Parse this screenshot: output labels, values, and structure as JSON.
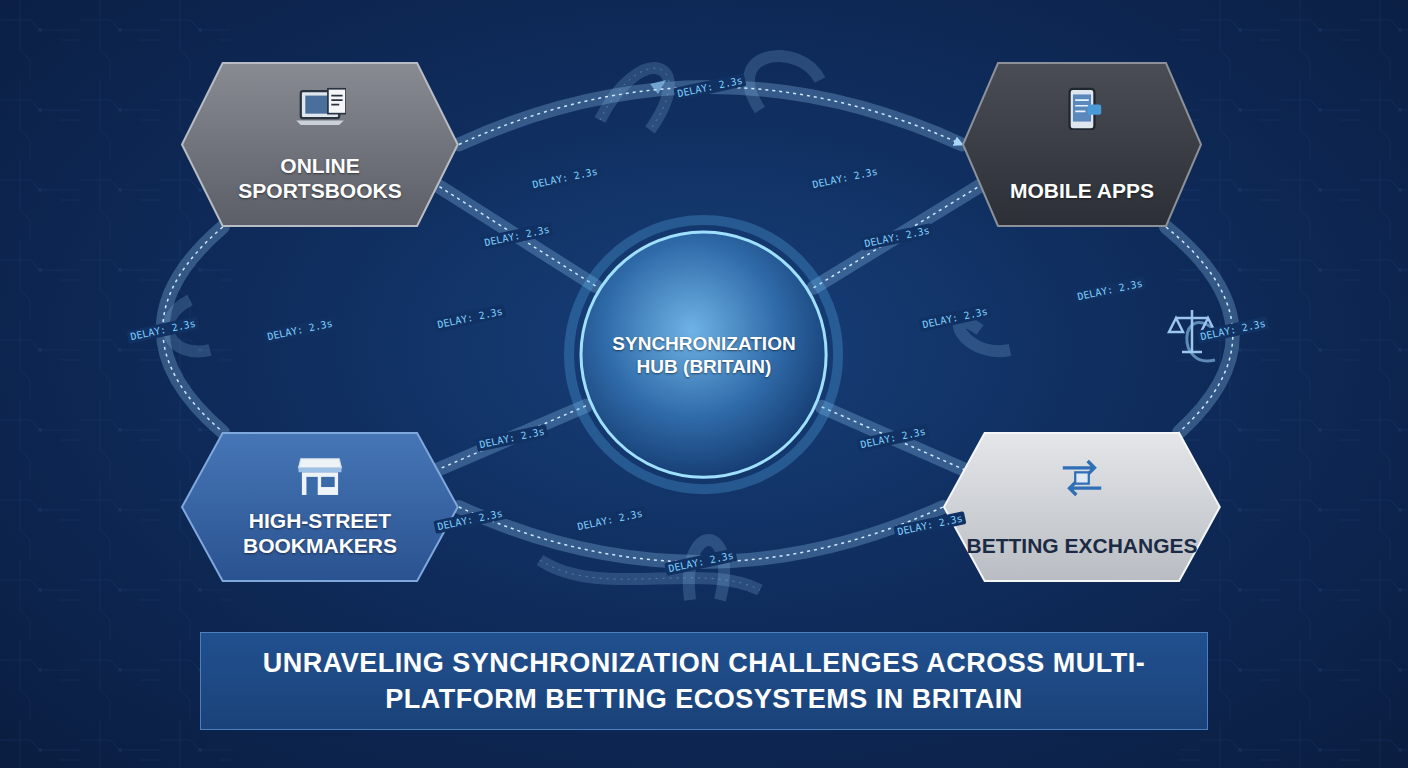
{
  "diagram": {
    "title": "UNRAVELING SYNCHRONIZATION CHALLENGES ACROSS MULTI-PLATFORM BETTING ECOSYSTEMS IN BRITAIN",
    "nodes": [
      {
        "text": [
          "ONLINE SPORTSBOOKS"
        ]
      },
      {
        "text": [
          "MOBILE APPS"
        ]
      },
      {
        "text": [
          "SYNCHRONIZATION HUB (BRITAIN)"
        ]
      },
      {
        "text": [
          "HIGH-STREET BOOKMAKERS"
        ]
      },
      {
        "text": [
          "BETTING EXCHANGES"
        ]
      }
    ],
    "edges": [
      {
        "from": 2,
        "to": 0,
        "label": "DELAY: 2.3s",
        "arrow": "none"
      },
      {
        "from": 2,
        "to": 1,
        "label": "DELAY: 2.3s",
        "arrow": "none"
      },
      {
        "from": 2,
        "to": 3,
        "label": "DELAY: 2.3s",
        "arrow": "none"
      },
      {
        "from": 2,
        "to": 4,
        "label": "DELAY: 2.3s",
        "arrow": "none"
      },
      {
        "from": 0,
        "to": 1,
        "label": "DELAY: 2.3s",
        "arrow": "to"
      },
      {
        "from": 0,
        "to": 3,
        "label": "DELAY: 2.3s",
        "arrow": "none"
      },
      {
        "from": 1,
        "to": 4,
        "label": "DELAY: 2.3s",
        "arrow": "none"
      },
      {
        "from": 3,
        "to": 4,
        "label": "DELAY: 2.3s",
        "arrow": "none"
      }
    ],
    "labels": [
      "DELAY: 2.3s",
      "DELAY: 2.3s",
      "DELAY: 2.3s",
      "DELAY: 2.3s",
      "DELAY: 2.3s",
      "DELAY: 2.3s",
      "DELAY: 2.3s",
      "DELAY: 2.3s",
      "DELAY: 2.3s"
    ]
  }
}
